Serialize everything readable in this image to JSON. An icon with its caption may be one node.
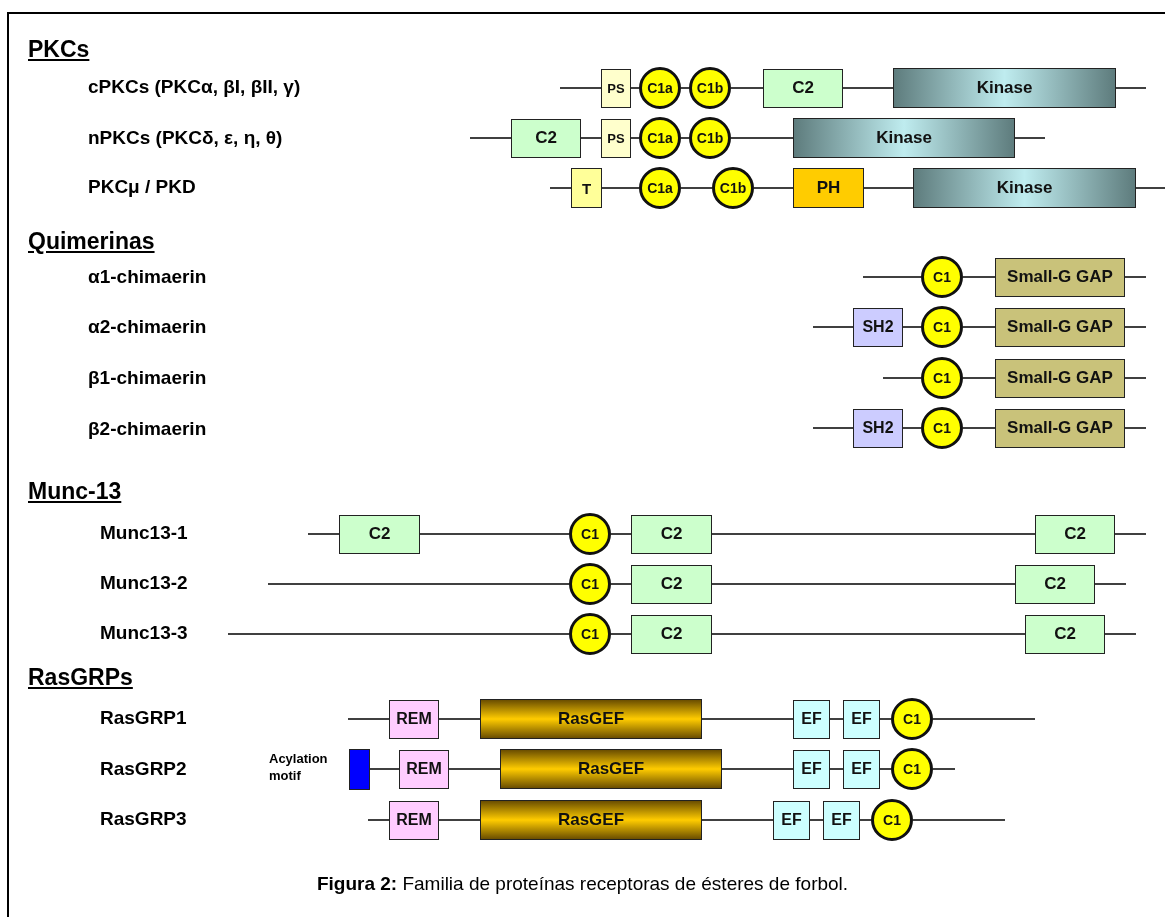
{
  "diagram": {
    "caption": "**Figura 2:** Familia de proteínas receptoras de ésteres de forbol.",
    "nodes": [
      {
        "text": [
          "PS"
        ]
      },
      {
        "text": [
          "C1a"
        ]
      },
      {
        "text": [
          "C1b"
        ]
      },
      {
        "text": [
          "C2"
        ]
      },
      {
        "text": [
          "Kinase"
        ]
      },
      {
        "text": [
          "C2"
        ]
      },
      {
        "text": [
          "PS"
        ]
      },
      {
        "text": [
          "C1a"
        ]
      },
      {
        "text": [
          "C1b"
        ]
      },
      {
        "text": [
          "Kinase"
        ]
      },
      {
        "text": [
          "T"
        ]
      },
      {
        "text": [
          "C1a"
        ]
      },
      {
        "text": [
          "C1b"
        ]
      },
      {
        "text": [
          "PH"
        ]
      },
      {
        "text": [
          "Kinase"
        ]
      },
      {
        "text": [
          "C1"
        ]
      },
      {
        "text": [
          "Small-G GAP"
        ]
      },
      {
        "text": [
          "SH2"
        ]
      },
      {
        "text": [
          "C1"
        ]
      },
      {
        "text": [
          "Small-G GAP"
        ]
      },
      {
        "text": [
          "C1"
        ]
      },
      {
        "text": [
          "Small-G GAP"
        ]
      },
      {
        "text": [
          "SH2"
        ]
      },
      {
        "text": [
          "C1"
        ]
      },
      {
        "text": [
          "Small-G GAP"
        ]
      },
      {
        "text": [
          "C2"
        ]
      },
      {
        "text": [
          "C1"
        ]
      },
      {
        "text": [
          "C2"
        ]
      },
      {
        "text": [
          "C2"
        ]
      },
      {
        "text": [
          "C1"
        ]
      },
      {
        "text": [
          "C2"
        ]
      },
      {
        "text": [
          "C2"
        ]
      },
      {
        "text": [
          "C1"
        ]
      },
      {
        "text": [
          "C2"
        ]
      },
      {
        "text": [
          "C2"
        ]
      },
      {
        "text": [
          "REM"
        ]
      },
      {
        "text": [
          "RasGEF"
        ]
      },
      {
        "text": [
          "EF"
        ]
      },
      {
        "text": [
          "EF"
        ]
      },
      {
        "text": [
          "C1"
        ]
      },
      {
        "text": [],
        "shape": "bar",
        "beside": [
          "Acylation motif"
        ]
      },
      {
        "text": [
          "REM"
        ]
      },
      {
        "text": [
          "RasGEF"
        ]
      },
      {
        "text": [
          "EF"
        ]
      },
      {
        "text": [
          "EF"
        ]
      },
      {
        "text": [
          "C1"
        ]
      },
      {
        "text": [
          "REM"
        ]
      },
      {
        "text": [
          "RasGEF"
        ]
      },
      {
        "text": [
          "EF"
        ]
      },
      {
        "text": [
          "EF"
        ]
      },
      {
        "text": [
          "C1"
        ]
      }
    ],
    "edges": [
      {
        "from": null,
        "to": 0,
        "arrow": "none"
      },
      {
        "from": 0,
        "to": 1,
        "arrow": "none"
      },
      {
        "from": 1,
        "to": 2,
        "arrow": "none"
      },
      {
        "from": 2,
        "to": 3,
        "arrow": "none"
      },
      {
        "from": 3,
        "to": 4,
        "arrow": "none"
      },
      {
        "from": 4,
        "to": null,
        "arrow": "none"
      },
      {
        "from": null,
        "to": 5,
        "arrow": "none"
      },
      {
        "from": 5,
        "to": 6,
        "arrow": "none"
      },
      {
        "from": 6,
        "to": 7,
        "arrow": "none"
      },
      {
        "from": 7,
        "to": 8,
        "arrow": "none"
      },
      {
        "from": 8,
        "to": 9,
        "arrow": "none"
      },
      {
        "from": 9,
        "to": null,
        "arrow": "none"
      },
      {
        "from": null,
        "to": 10,
        "arrow": "none"
      },
      {
        "from": 10,
        "to": 11,
        "arrow": "none"
      },
      {
        "from": 11,
        "to": 12,
        "arrow": "none"
      },
      {
        "from": 12,
        "to": 13,
        "arrow": "none"
      },
      {
        "from": 13,
        "to": 14,
        "arrow": "none"
      },
      {
        "from": 14,
        "to": null,
        "arrow": "none"
      },
      {
        "from": null,
        "to": 15,
        "arrow": "none"
      },
      {
        "from": 15,
        "to": 16,
        "arrow": "none"
      },
      {
        "from": 16,
        "to": null,
        "arrow": "none"
      },
      {
        "from": null,
        "to": 17,
        "arrow": "none"
      },
      {
        "from": 17,
        "to": 18,
        "arrow": "none"
      },
      {
        "from": 18,
        "to": 19,
        "arrow": "none"
      },
      {
        "from": 19,
        "to": null,
        "arrow": "none"
      },
      {
        "from": null,
        "to": 20,
        "arrow": "none"
      },
      {
        "from": 20,
        "to": 21,
        "arrow": "none"
      },
      {
        "from": 21,
        "to": null,
        "arrow": "none"
      },
      {
        "from": null,
        "to": 22,
        "arrow": "none"
      },
      {
        "from": 22,
        "to": 23,
        "arrow": "none"
      },
      {
        "from": 23,
        "to": 24,
        "arrow": "none"
      },
      {
        "from": 24,
        "to": null,
        "arrow": "none"
      },
      {
        "from": null,
        "to": 25,
        "arrow": "none"
      },
      {
        "from": 25,
        "to": 26,
        "arrow": "none"
      },
      {
        "from": 26,
        "to": 27,
        "arrow": "none"
      },
      {
        "from": 27,
        "to": 28,
        "arrow": "none"
      },
      {
        "from": 28,
        "to": null,
        "arrow": "none"
      },
      {
        "from": null,
        "to": 29,
        "arrow": "none"
      },
      {
        "from": 29,
        "to": 30,
        "arrow": "none"
      },
      {
        "from": 30,
        "to": 31,
        "arrow": "none"
      },
      {
        "from": 31,
        "to": null,
        "arrow": "none"
      },
      {
        "from": null,
        "to": 32,
        "arrow": "none"
      },
      {
        "from": 32,
        "to": 33,
        "arrow": "none"
      },
      {
        "from": 33,
        "to": 34,
        "arrow": "none"
      },
      {
        "from": 34,
        "to": null,
        "arrow": "none"
      },
      {
        "from": null,
        "to": 35,
        "arrow": "none"
      },
      {
        "from": 35,
        "to": 36,
        "arrow": "none"
      },
      {
        "from": 36,
        "to": 37,
        "arrow": "none"
      },
      {
        "from": 37,
        "to": 38,
        "arrow": "none"
      },
      {
        "from": 38,
        "to": 39,
        "arrow": "none"
      },
      {
        "from": 39,
        "to": null,
        "arrow": "none"
      },
      {
        "from": 40,
        "to": 41,
        "arrow": "none"
      },
      {
        "from": 41,
        "to": 42,
        "arrow": "none"
      },
      {
        "from": 42,
        "to": 43,
        "arrow": "none"
      },
      {
        "from": 43,
        "to": 44,
        "arrow": "none"
      },
      {
        "from": 44,
        "to": 45,
        "arrow": "none"
      },
      {
        "from": 45,
        "to": null,
        "arrow": "none"
      },
      {
        "from": null,
        "to": 46,
        "arrow": "none"
      },
      {
        "from": 46,
        "to": 47,
        "arrow": "none"
      },
      {
        "from": 47,
        "to": 48,
        "arrow": "none"
      },
      {
        "from": 48,
        "to": 49,
        "arrow": "none"
      },
      {
        "from": 49,
        "to": 50,
        "arrow": "none"
      },
      {
        "from": 50,
        "to": null,
        "arrow": "none"
      }
    ],
    "labels": [
      "PKCs",
      "cPKCs (PKCα, βI, βII, γ)",
      "nPKCs (PKCδ, ε, η, θ)",
      "PKCμ / PKD",
      "Quimerinas",
      "α1-chimaerin",
      "α2-chimaerin",
      "β1-chimaerin",
      "β2-chimaerin",
      "Munc-13",
      "Munc13-1",
      "Munc13-2",
      "Munc13-3",
      "RasGRPs",
      "RasGRP1",
      "RasGRP2",
      "RasGRP3"
    ]
  }
}
